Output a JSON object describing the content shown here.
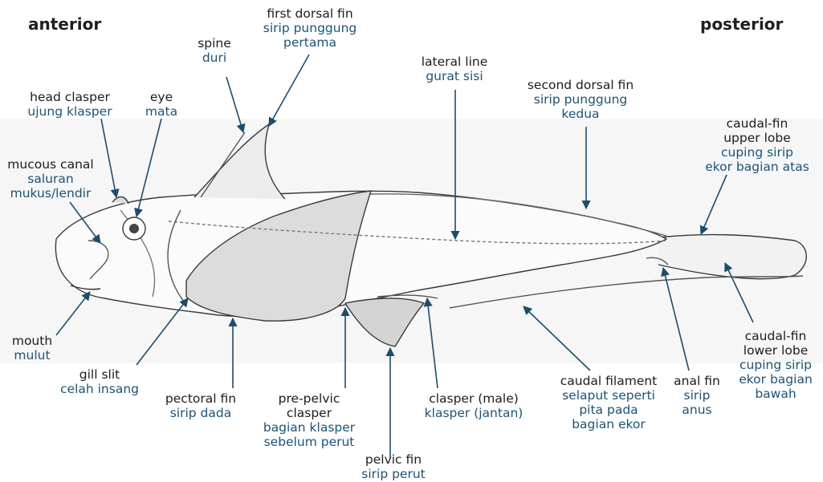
{
  "directions": {
    "anterior": "anterior",
    "posterior": "posterior"
  },
  "labels": {
    "first_dorsal_fin": {
      "en": "first dorsal fin",
      "id1": "sirip punggung",
      "id2": "pertama"
    },
    "spine": {
      "en": "spine",
      "id": "duri"
    },
    "lateral_line": {
      "en": "lateral line",
      "id": "gurat sisi"
    },
    "second_dorsal_fin": {
      "en": "second dorsal fin",
      "id1": "sirip punggung",
      "id2": "kedua"
    },
    "head_clasper": {
      "en": "head clasper",
      "id": "ujung klasper"
    },
    "eye": {
      "en": "eye",
      "id": "mata"
    },
    "caudal_upper": {
      "en1": "caudal-fin",
      "en2": "upper lobe",
      "id1": "cuping sirip",
      "id2": "ekor bagian atas"
    },
    "mucous_canal": {
      "en": "mucous canal",
      "id1": "saluran",
      "id2": "mukus/lendir"
    },
    "mouth": {
      "en": "mouth",
      "id": "mulut"
    },
    "gill_slit": {
      "en": "gill slit",
      "id": "celah insang"
    },
    "pectoral_fin": {
      "en": "pectoral fin",
      "id": "sirip dada"
    },
    "pre_pelvic_clasper": {
      "en1": "pre-pelvic",
      "en2": "clasper",
      "id1": "bagian klasper",
      "id2": "sebelum perut"
    },
    "pelvic_fin": {
      "en": "pelvic fin",
      "id": "sirip perut"
    },
    "clasper_male": {
      "en": "clasper (male)",
      "id": "klasper (jantan)"
    },
    "caudal_filament": {
      "en": "caudal filament",
      "id1": "selaput seperti",
      "id2": "pita pada",
      "id3": "bagian ekor"
    },
    "anal_fin": {
      "en": "anal fin",
      "id1": "sirip",
      "id2": "anus"
    },
    "caudal_lower": {
      "en1": "caudal-fin",
      "en2": "lower lobe",
      "id1": "cuping sirip",
      "id2": "ekor bagian",
      "id3": "bawah"
    }
  }
}
